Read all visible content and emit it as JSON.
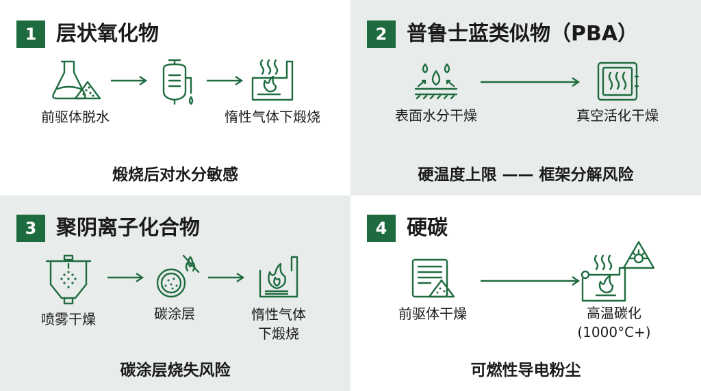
{
  "colors": {
    "accent": "#1e6b3f",
    "panel_gray": "#e8ecea"
  },
  "quadrants": [
    {
      "number": "1",
      "title": "层状氧化物",
      "steps": [
        {
          "label": "前驱体脱水",
          "icon": "flask-powder-icon"
        },
        {
          "label": "",
          "icon": "dryer-vessel-icon"
        },
        {
          "label": "惰性气体下煅烧",
          "icon": "furnace-flame-icon"
        }
      ],
      "note": "煅烧后对水分敏感"
    },
    {
      "number": "2",
      "title": "普鲁士蓝类似物（PBA）",
      "steps": [
        {
          "label": "表面水分干燥",
          "icon": "evaporating-droplets-icon"
        },
        {
          "label": "真空活化干燥",
          "icon": "vacuum-oven-icon"
        }
      ],
      "note": "硬温度上限 —— 框架分解风险"
    },
    {
      "number": "3",
      "title": "聚阴离子化合物",
      "steps": [
        {
          "label": "喷雾干燥",
          "icon": "spray-dryer-icon"
        },
        {
          "label": "碳涂层",
          "icon": "coated-particle-icon"
        },
        {
          "label": "惰性气体",
          "label2": "下煅烧",
          "icon": "furnace-flame-icon"
        }
      ],
      "note": "碳涂层烧失风险"
    },
    {
      "number": "4",
      "title": "硬碳",
      "steps": [
        {
          "label": "前驱体干燥",
          "icon": "tray-powder-icon"
        },
        {
          "label": "高温碳化",
          "label2": "(1000°C+)",
          "icon": "kiln-flame-icon"
        }
      ],
      "note": "可燃性导电粉尘"
    }
  ]
}
